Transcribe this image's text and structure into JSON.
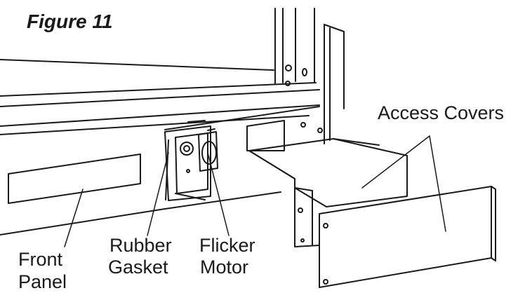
{
  "figure": {
    "title": "Figure 11"
  },
  "labels": {
    "access_covers": "Access Covers",
    "rubber_gasket": [
      "Rubber",
      "Gasket"
    ],
    "flicker_motor": [
      "Flicker",
      "Motor"
    ],
    "front_panel": [
      "Front",
      "Panel"
    ]
  },
  "colors": {
    "ink": "#1a1a1a",
    "background": "#ffffff"
  }
}
